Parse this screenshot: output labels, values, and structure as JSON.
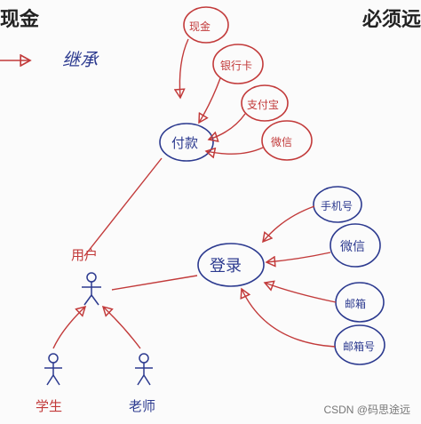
{
  "header": {
    "top_left": "现金",
    "top_right": "必须远"
  },
  "legend_label": "继承",
  "watermark": "CSDN @码思途远",
  "nodes": {
    "pay": "付款",
    "login": "登录",
    "user": "用户",
    "student": "学生",
    "teacher": "老师"
  },
  "pay_options": [
    "现金",
    "银行卡",
    "支付宝",
    "微信"
  ],
  "login_options": [
    "手机号",
    "微信",
    "邮箱",
    "邮箱号"
  ],
  "colors": {
    "ellipse": "#2c3a8f",
    "text": "#2c3a8f",
    "arrow": "#c23a3a"
  }
}
